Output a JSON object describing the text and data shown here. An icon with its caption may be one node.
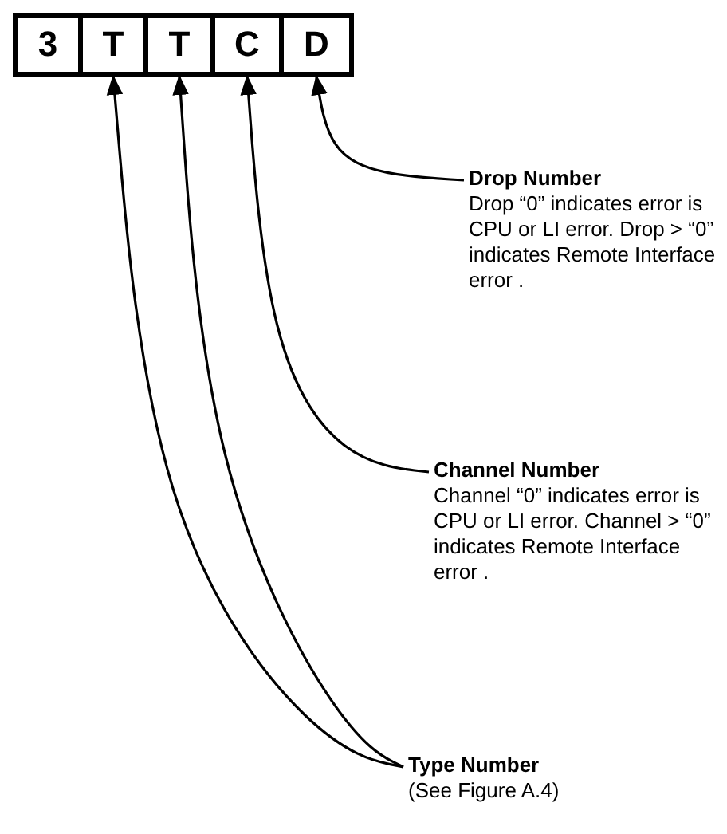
{
  "diagram": {
    "nodes": [
      {
        "text": [
          "3"
        ]
      },
      {
        "text": [
          "T"
        ]
      },
      {
        "text": [
          "T"
        ]
      },
      {
        "text": [
          "C"
        ]
      },
      {
        "text": [
          "D"
        ]
      },
      {
        "text": [
          "Drop Number",
          "Drop “0” indicates error is CPU or LI error. Drop > “0” indicates Remote Interface error ."
        ]
      },
      {
        "text": [
          "Channel Number",
          "Channel “0” indicates error is CPU or LI error. Channel > “0” indicates Remote Interface error ."
        ]
      },
      {
        "text": [
          "Type Number",
          "(See Figure A.4)"
        ]
      }
    ],
    "edges": [
      {
        "from": 5,
        "to": 4,
        "arrow": "to"
      },
      {
        "from": 6,
        "to": 3,
        "arrow": "to"
      },
      {
        "from": 7,
        "to": 1,
        "arrow": "to"
      },
      {
        "from": 7,
        "to": 2,
        "arrow": "to"
      }
    ]
  }
}
